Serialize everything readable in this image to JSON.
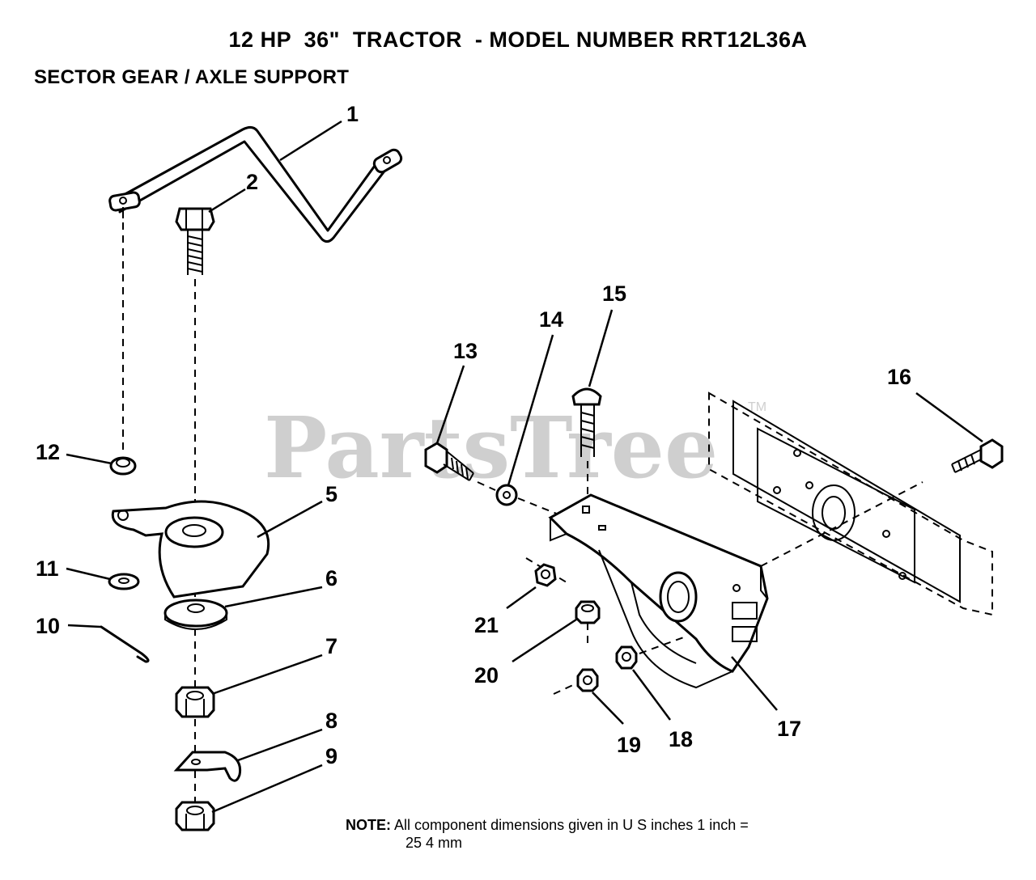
{
  "header": {
    "title": "12 HP  36\"  TRACTOR  - MODEL NUMBER RRT12L36A",
    "subtitle": "SECTOR GEAR / AXLE SUPPORT"
  },
  "watermark": {
    "text": "PartsTree",
    "trademark": "TM"
  },
  "callouts": [
    "1",
    "2",
    "5",
    "6",
    "7",
    "8",
    "9",
    "10",
    "11",
    "12",
    "13",
    "14",
    "15",
    "16",
    "17",
    "18",
    "19",
    "20",
    "21"
  ],
  "note": {
    "label": "NOTE:",
    "line1": "All component dimensions given in U S  inches 1 inch =",
    "line2": "25 4 mm"
  },
  "colors": {
    "ink": "#000000",
    "watermark": "#cfcfcf",
    "background": "#ffffff"
  }
}
